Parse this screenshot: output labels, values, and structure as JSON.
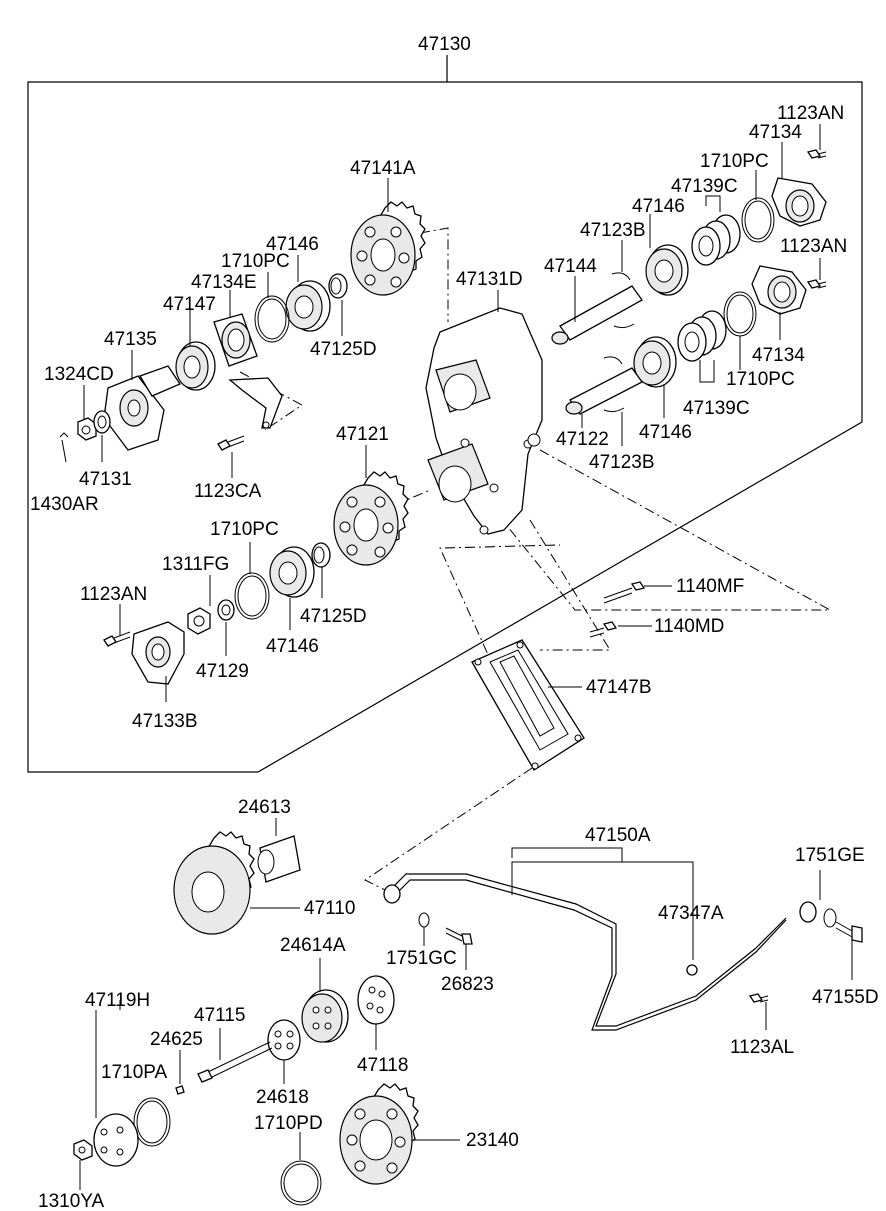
{
  "diagram": {
    "assembly_label": "47130",
    "labels": {
      "p47130": "47130",
      "p47141A": "47141A",
      "p47146_a": "47146",
      "p1710PC_a": "1710PC",
      "p47134E": "47134E",
      "p47147": "47147",
      "p47135": "47135",
      "p1324CD": "1324CD",
      "p47131": "47131",
      "p1430AR": "1430AR",
      "p1123CA": "1123CA",
      "p47125D_a": "47125D",
      "p47131D": "47131D",
      "p47121": "47121",
      "p1710PC_b": "1710PC",
      "p1311FG": "1311FG",
      "p1123AN_a": "1123AN",
      "p47125D_b": "47125D",
      "p47146_b": "47146",
      "p47129": "47129",
      "p47133B": "47133B",
      "p1123AN_b": "1123AN",
      "p47134_a": "47134",
      "p1710PC_c": "1710PC",
      "p47139C_a": "47139C",
      "p47146_c": "47146",
      "p47123B_a": "47123B",
      "p47144": "47144",
      "p1123AN_c": "1123AN",
      "p47134_b": "47134",
      "p1710PC_d": "1710PC",
      "p47139C_b": "47139C",
      "p47146_d": "47146",
      "p47122": "47122",
      "p47123B_b": "47123B",
      "p1140MF": "1140MF",
      "p1140MD": "1140MD",
      "p47147B": "47147B",
      "p24613": "24613",
      "p47110": "47110",
      "p47150A": "47150A",
      "p1751GE": "1751GE",
      "p47347A": "47347A",
      "p1751GC": "1751GC",
      "p26823": "26823",
      "p47155D": "47155D",
      "p24614A": "24614A",
      "p47119H": "47119H",
      "p47115": "47115",
      "p24625": "24625",
      "p1710PA": "1710PA",
      "p47118": "47118",
      "p1123AL": "1123AL",
      "p24618": "24618",
      "p1710PD": "1710PD",
      "p23140": "23140",
      "p1310YA": "1310YA"
    }
  }
}
